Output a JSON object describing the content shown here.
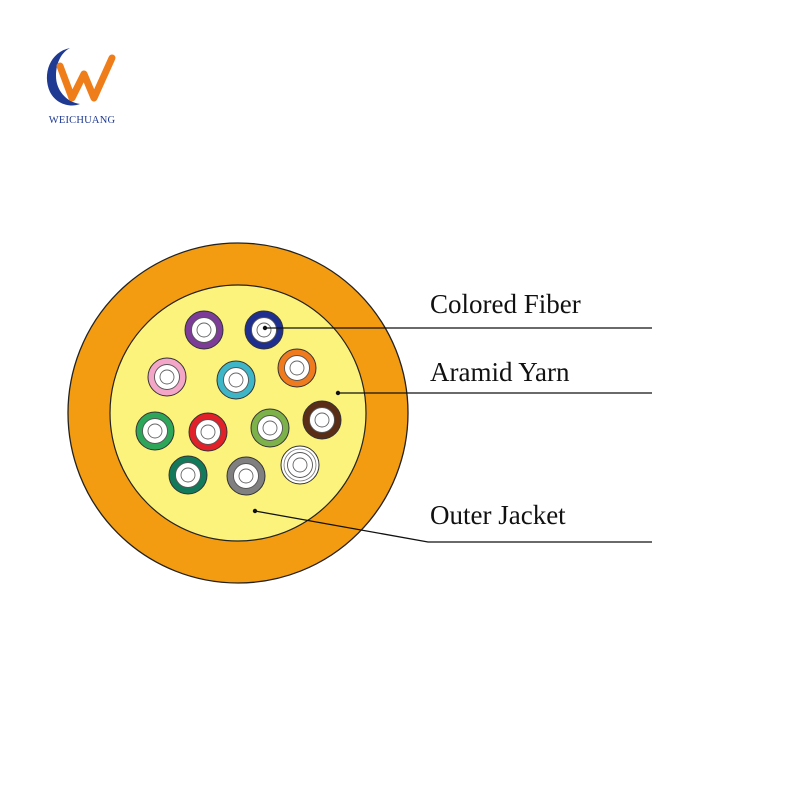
{
  "logo": {
    "brand": "WEICHUANG",
    "colors": {
      "blue": "#1f3a93",
      "orange": "#ef7d1a"
    }
  },
  "cable": {
    "jacket_color": "#f39c12",
    "yarn_color": "#fcf37d",
    "fibers": [
      {
        "name": "violet",
        "color": "#7d3c98"
      },
      {
        "name": "blue",
        "color": "#1f2f8f"
      },
      {
        "name": "rose",
        "color": "#f4a6c8"
      },
      {
        "name": "aqua",
        "color": "#3fb6c8"
      },
      {
        "name": "orange",
        "color": "#f07a1e"
      },
      {
        "name": "green",
        "color": "#2ea65a"
      },
      {
        "name": "red",
        "color": "#e2202a"
      },
      {
        "name": "olive",
        "color": "#7db24a"
      },
      {
        "name": "brown",
        "color": "#5a2d16"
      },
      {
        "name": "teal",
        "color": "#127a5a"
      },
      {
        "name": "gray",
        "color": "#808080"
      },
      {
        "name": "white",
        "color": "#ffffff"
      }
    ]
  },
  "labels": {
    "colored_fiber": "Colored Fiber",
    "aramid_yarn": "Aramid Yarn",
    "outer_jacket": "Outer Jacket"
  }
}
